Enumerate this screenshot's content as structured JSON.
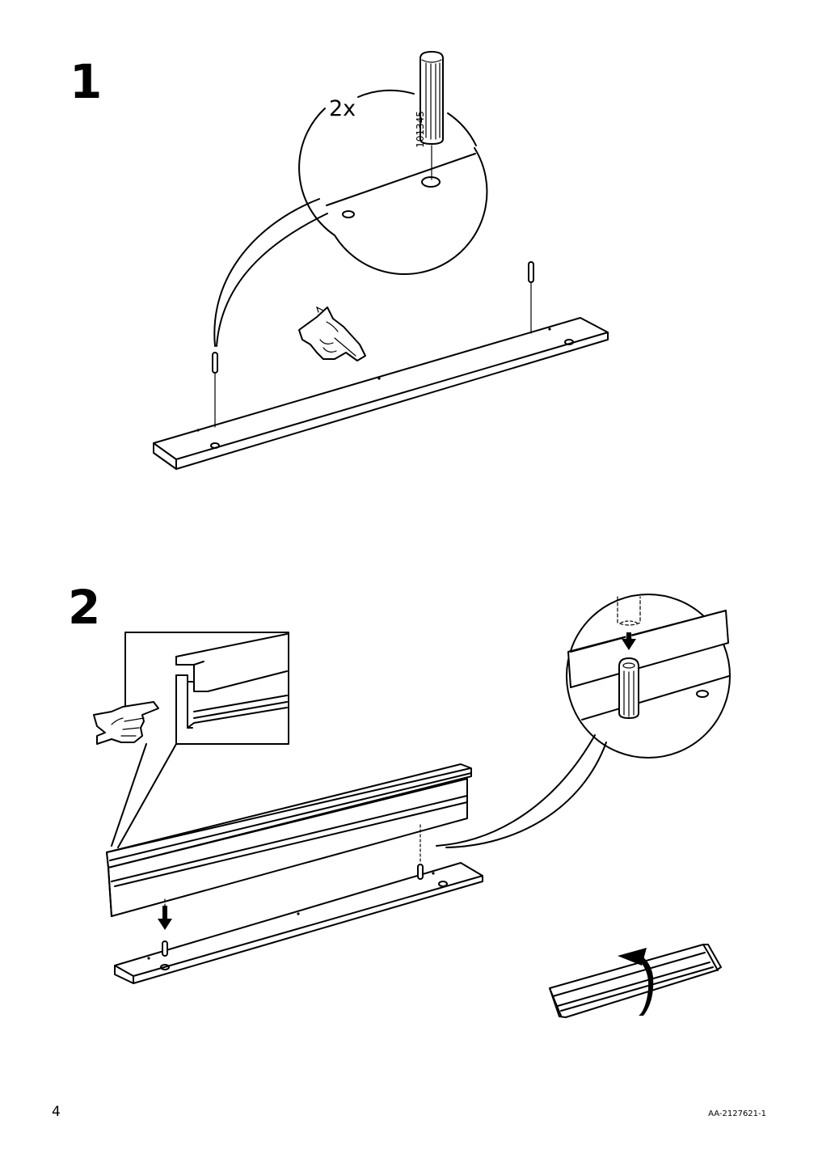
{
  "steps": [
    {
      "number": "1",
      "quantity": "2x",
      "part_number": "101345"
    },
    {
      "number": "2"
    }
  ],
  "footer": {
    "page_number": "4",
    "document_code": "AA-2127621-1"
  },
  "icons": [
    "pressing-hand-icon",
    "pointing-hand-icon",
    "rotate-arrow-icon",
    "down-arrow-icon"
  ]
}
